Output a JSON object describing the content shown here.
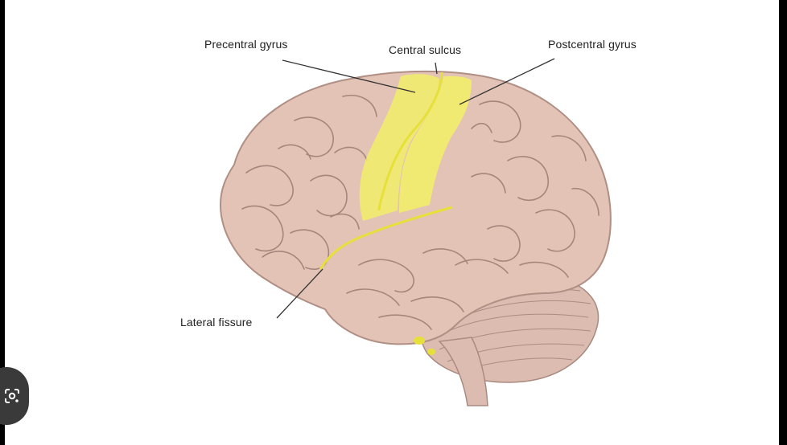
{
  "labels": {
    "precentral_gyrus": "Precentral gyrus",
    "central_sulcus": "Central sulcus",
    "postcentral_gyrus": "Postcentral gyrus",
    "lateral_fissure": "Lateral fissure"
  },
  "colors": {
    "brain_fill": "#e3c3b6",
    "brain_outline": "#b08f84",
    "sulcus_line": "#9c7a70",
    "highlight_yellow": "#f2ee6a",
    "fissure_yellow": "#e6e03a",
    "leader_line": "#333333"
  },
  "icons": {
    "lens_button": "google-lens-icon"
  }
}
